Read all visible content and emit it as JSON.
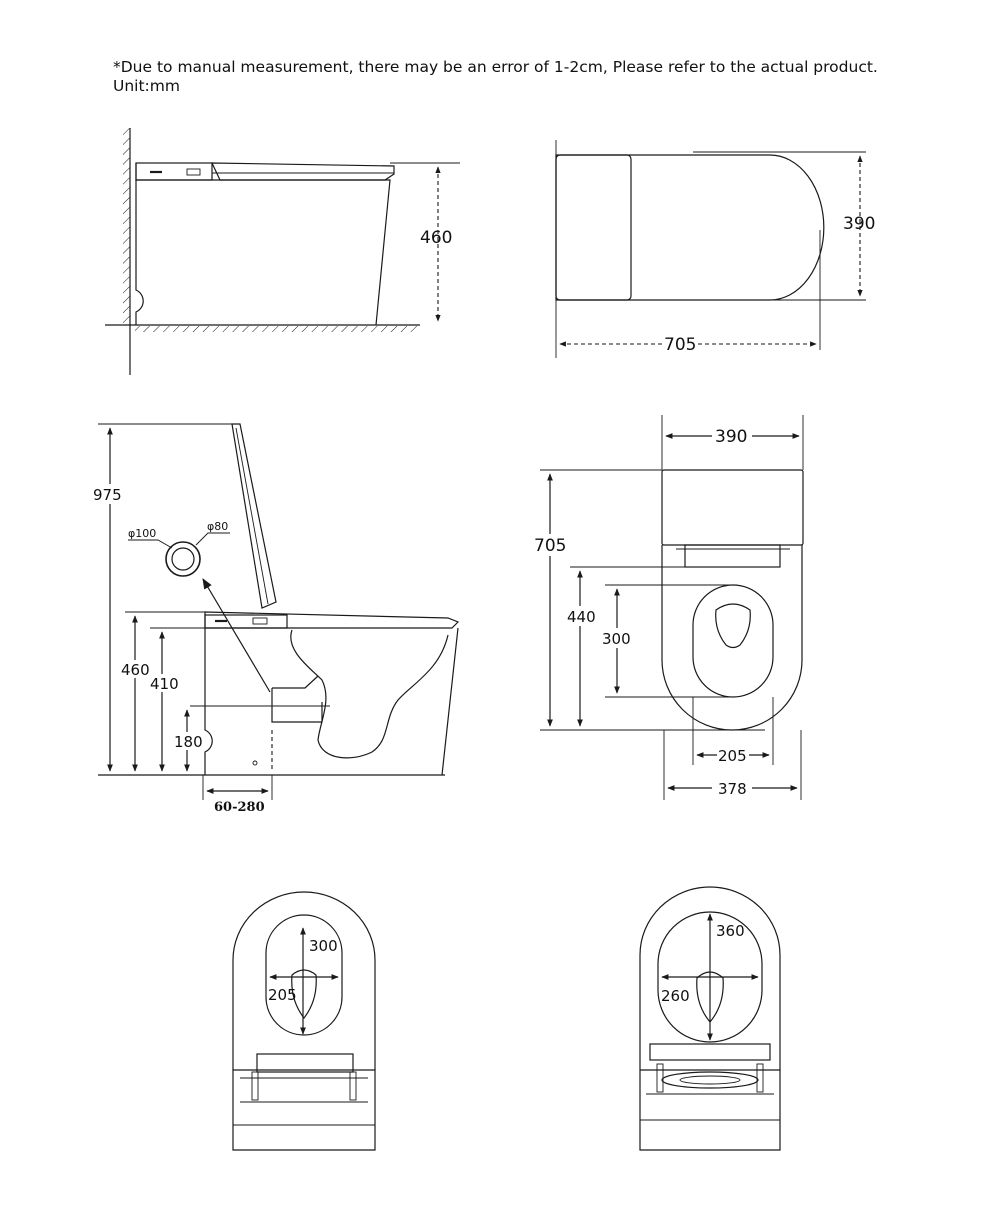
{
  "note": {
    "line1": "*Due to manual measurement, there may be an error of 1-2cm, Please refer to the actual product.",
    "line2": "Unit:mm"
  },
  "side_view": {
    "height": "460"
  },
  "top_view": {
    "width": "390",
    "length": "705"
  },
  "section_view": {
    "total_height": "975",
    "seat_height": "460",
    "rim_height": "410",
    "outlet_height": "180",
    "pipe_outer": "φ100",
    "pipe_inner": "φ80",
    "offset_range": "60-280"
  },
  "plan_view": {
    "width_top": "390",
    "length": "705",
    "depth_440": "440",
    "bowl_300": "300",
    "bowl_205": "205",
    "base_width": "378"
  },
  "seat_view_left": {
    "length": "300",
    "width": "205"
  },
  "seat_view_right": {
    "length": "360",
    "width": "260"
  }
}
